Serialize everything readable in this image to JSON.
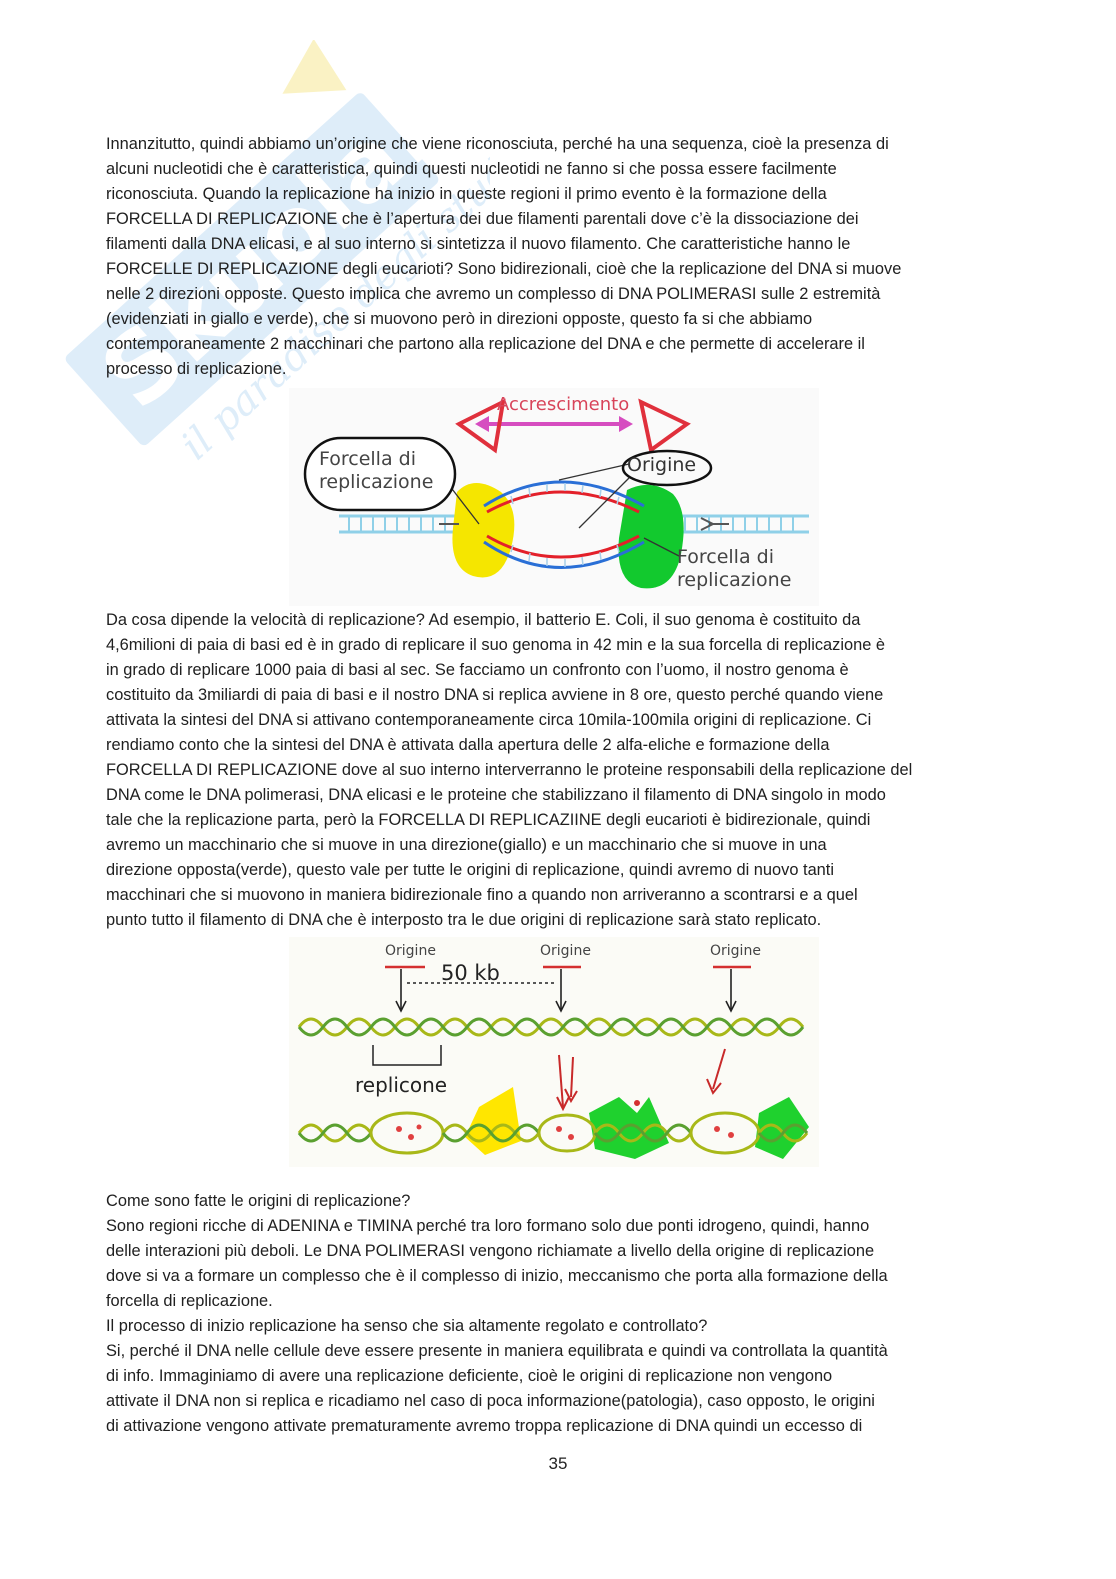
{
  "watermark": {
    "brand": "Skuola.net",
    "tagline": "il paradiso degli studenti"
  },
  "paragraphs": {
    "p1": "Innanzitutto, quindi abbiamo un’origine che viene riconosciuta, perché ha una sequenza, cioè la presenza di\nalcuni nucleotidi che è caratteristica, quindi questi nucleotidi ne fanno si che possa essere facilmente\nriconosciuta. Quando la replicazione ha inizio in queste regioni il primo evento è la formazione della\nFORCELLA DI REPLICAZIONE che è l’apertura dei due filamenti parentali dove c’è la dissociazione dei\nfilamenti dalla DNA elicasi, e al suo interno si sintetizza il nuovo filamento. Che caratteristiche hanno le\nFORCELLE DI REPLICAZIONE degli eucarioti? Sono bidirezionali, cioè che la replicazione del DNA si muove\nnelle 2 direzioni opposte. Questo implica che avremo un complesso di DNA POLIMERASI sulle 2 estremità\n(evidenziati in giallo e verde), che si muovono però in direzioni opposte, questo fa si che abbiamo\ncontemporaneamente 2 macchinari che partono alla replicazione del DNA e che permette di accelerare il\nprocesso di replicazione.",
    "p2": "Da cosa dipende la velocità di replicazione? Ad esempio, il batterio E. Coli, il suo genoma è costituito da\n4,6milioni di paia di basi ed è in grado di replicare il suo genoma in 42 min e la sua forcella di replicazione è\nin grado di replicare 1000 paia di basi al sec. Se facciamo un confronto con l’uomo, il nostro genoma è\ncostituito da 3miliardi di paia di basi e il nostro DNA si replica avviene in 8 ore, questo perché quando viene\nattivata la sintesi del DNA si attivano contemporaneamente circa 10mila-100mila origini di replicazione. Ci\nrendiamo conto che la sintesi del DNA è attivata dalla apertura delle 2 alfa-eliche e formazione della\nFORCELLA DI REPLICAZIONE dove al suo interno interverranno le proteine responsabili della replicazione del\nDNA come le DNA polimerasi, DNA elicasi e le proteine che stabilizzano il filamento di DNA singolo in modo\ntale che la replicazione parta, però la FORCELLA DI REPLICAZIINE degli eucarioti è bidirezionale, quindi\navremo un macchinario che si muove in una direzione(giallo) e un macchinario che si muove in una\ndirezione opposta(verde), questo vale per tutte le origini di replicazione, quindi avremo di nuovo tanti\nmacchinari che si muovono in maniera bidirezionale fino a quando non arriveranno  a scontrarsi e a quel\npunto tutto il filamento di DNA che è interposto tra le due origini di replicazione sarà stato replicato.",
    "p3": "Come sono fatte le origini di replicazione?\nSono regioni ricche di ADENINA e TIMINA perché tra loro formano solo due ponti idrogeno, quindi, hanno\ndelle interazioni più deboli. Le DNA POLIMERASI vengono richiamate a livello della origine di replicazione\ndove si va a formare un complesso che è il complesso di inizio, meccanismo che porta alla formazione della\nforcella di replicazione.\nIl processo di inizio replicazione ha senso che sia altamente regolato e controllato?\nSi, perché il DNA nelle cellule deve essere presente in maniera equilibrata e quindi va controllata la quantità\ndi info. Immaginiamo di avere una replicazione deficiente, cioè le origini di replicazione non vengono\nattivate il DNA non si replica e ricadiamo nel caso di poca informazione(patologia), caso opposto, le origini\ndi attivazione vengono attivate prematuramente avremo troppa replicazione di DNA quindi un eccesso di"
  },
  "figure1": {
    "label_accrescimento": "Accrescimento",
    "label_forcella_left": "Forcella di\nreplicazione",
    "label_origine": "Origine",
    "label_forcella_right": "Forcella di\nreplicazione",
    "colors": {
      "left_complex": "#f5e600",
      "right_complex": "#12c92e",
      "new_strand": "#e3202a",
      "old_strand": "#2a6fd6",
      "arrow": "#e0303c"
    }
  },
  "figure2": {
    "origin_labels": [
      "Origine",
      "Origine",
      "Origine"
    ],
    "distance_label": "50 kb",
    "replicon_label": "replicone",
    "colors": {
      "yellow": "#ffe600",
      "green": "#1fd12e",
      "helix": "#b9c416"
    }
  },
  "page_number": "35"
}
